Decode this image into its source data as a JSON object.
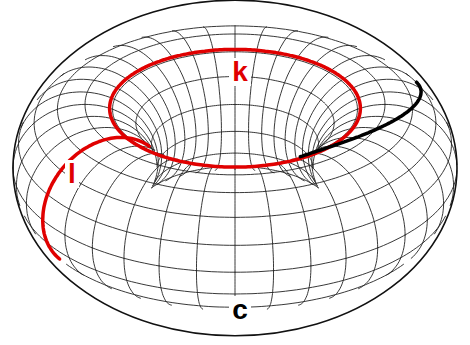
{
  "diagram": {
    "labels": [
      "k",
      "l",
      "c"
    ]
  }
}
